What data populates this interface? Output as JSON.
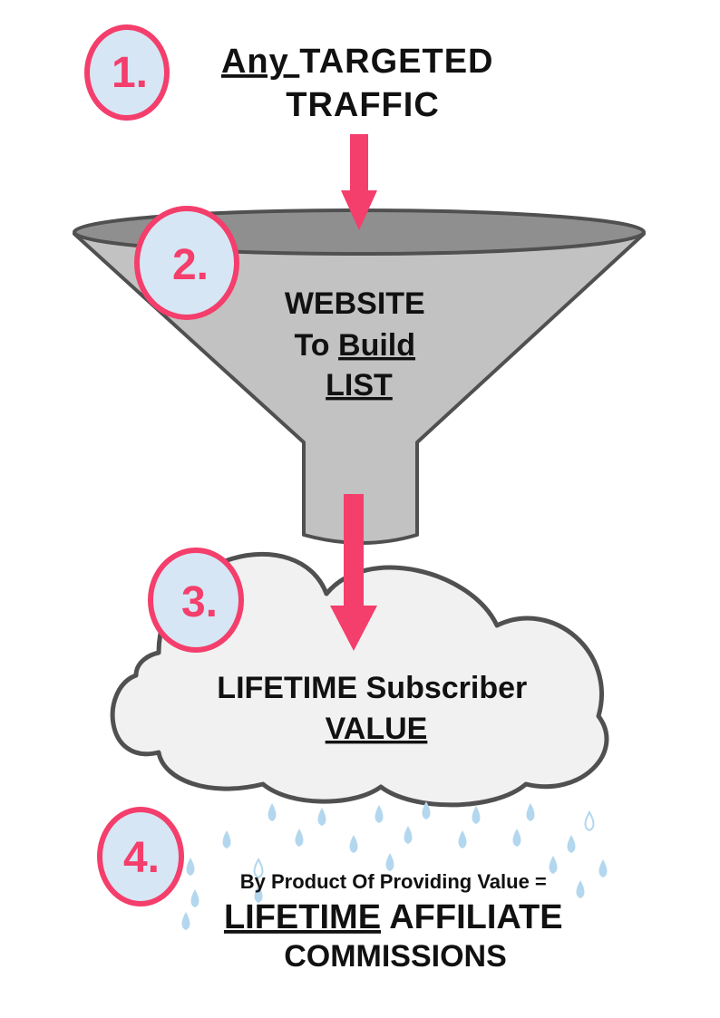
{
  "steps": [
    {
      "number": "1.",
      "lines": [
        {
          "parts": [
            {
              "text": "Any ",
              "underline": true
            },
            {
              "text": "TARGETED"
            }
          ]
        },
        {
          "parts": [
            {
              "text": "TRAFFIC"
            }
          ]
        }
      ]
    },
    {
      "number": "2.",
      "lines": [
        {
          "parts": [
            {
              "text": "WEBSITE"
            }
          ]
        },
        {
          "parts": [
            {
              "text": "To "
            },
            {
              "text": "Build",
              "underline": true
            }
          ]
        },
        {
          "parts": [
            {
              "text": "LIST",
              "underline": true
            }
          ]
        }
      ]
    },
    {
      "number": "3.",
      "lines": [
        {
          "parts": [
            {
              "text": "LIFETIME Subscriber"
            }
          ]
        },
        {
          "parts": [
            {
              "text": "VALUE",
              "underline": true
            }
          ]
        }
      ]
    },
    {
      "number": "4.",
      "lines": [
        {
          "parts": [
            {
              "text": "By Product Of Providing Value ="
            }
          ]
        },
        {
          "parts": [
            {
              "text": "LIFETIME",
              "underline": true
            },
            {
              "text": " AFFILIATE"
            }
          ]
        },
        {
          "parts": [
            {
              "text": "COMMISSIONS"
            }
          ]
        }
      ]
    }
  ],
  "colors": {
    "accent": "#f43e6c",
    "badge_fill": "#d6e6f4",
    "funnel_fill": "#c2c2c2",
    "funnel_rim": "#8f8f8f",
    "cloud_fill": "#f1f1f1",
    "outline": "#505050",
    "rain": "#b3d7ee"
  },
  "icons": [
    "funnel-icon",
    "cloud-icon",
    "raindrop-icon",
    "arrow-down-icon"
  ]
}
